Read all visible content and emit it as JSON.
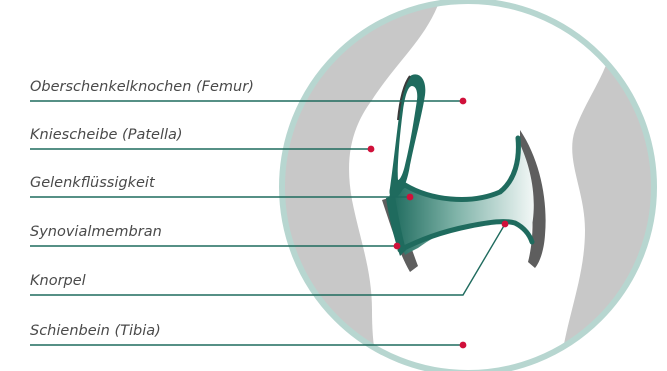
{
  "labels": {
    "femur": "Oberschenkelknochen (Femur)",
    "patella": "Kniescheibe (Patella)",
    "synovial_fluid": "Gelenkflüssigkeit",
    "synovial_membrane": "Synovialmembran",
    "cartilage": "Knorpel",
    "tibia": "Schienbein (Tibia)"
  },
  "colors": {
    "circle_border": "#b7d6d0",
    "skin": "#c8c8c8",
    "bone": "#ffffff",
    "membrane": "#1f6b5e",
    "fluid": "#3d8f80",
    "cartilage_shadow": "#5e5e5e",
    "leader_line": "#1f6b5e",
    "dot": "#d0103a",
    "text": "#4a4a4a"
  }
}
